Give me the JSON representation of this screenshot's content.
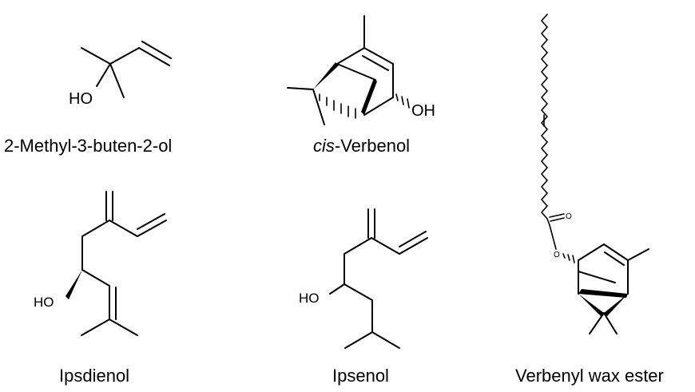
{
  "compounds": [
    {
      "name": "2-Methyl-3-buten-2-ol",
      "atom_labels": [
        "HO"
      ]
    },
    {
      "name_prefix": "cis",
      "name_suffix": "-Verbenol",
      "atom_labels": [
        "OH"
      ]
    },
    {
      "name": "Ipsdienol",
      "atom_labels": [
        "HO"
      ]
    },
    {
      "name": "Ipsenol",
      "atom_labels": [
        "HO"
      ]
    },
    {
      "name": "Verbenyl wax ester",
      "atom_labels": [
        "O",
        "O"
      ]
    }
  ],
  "colors": {
    "ink": "#000000",
    "background": "#ffffff"
  }
}
